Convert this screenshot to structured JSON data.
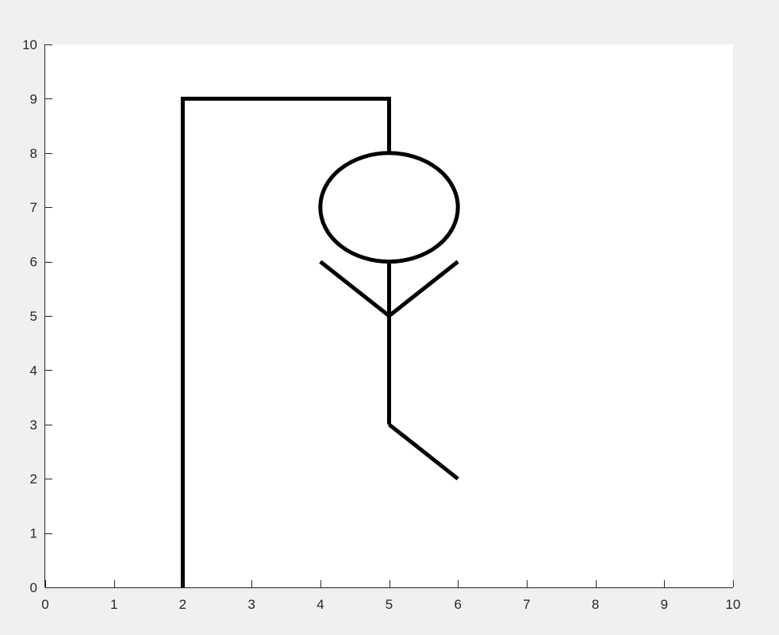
{
  "chart_data": {
    "type": "line",
    "title": "",
    "xlabel": "",
    "ylabel": "",
    "xlim": [
      0,
      10
    ],
    "ylim": [
      0,
      10
    ],
    "xticks": [
      0,
      1,
      2,
      3,
      4,
      5,
      6,
      7,
      8,
      9,
      10
    ],
    "yticks": [
      0,
      1,
      2,
      3,
      4,
      5,
      6,
      7,
      8,
      9,
      10
    ],
    "grid": false,
    "legend": "none",
    "colors": {
      "figure_background": "#f0f0f0",
      "axes_background": "#ffffff",
      "axis_line": "#262626",
      "line": "#000000"
    },
    "series": [
      {
        "kind": "polyline",
        "points": [
          [
            2,
            0
          ],
          [
            2,
            9
          ],
          [
            5,
            9
          ],
          [
            5,
            8
          ]
        ]
      },
      {
        "kind": "ellipse",
        "center": [
          5,
          7
        ],
        "radii": [
          1,
          1
        ]
      },
      {
        "kind": "polyline",
        "points": [
          [
            5,
            6
          ],
          [
            5,
            3
          ]
        ]
      },
      {
        "kind": "polyline",
        "points": [
          [
            4,
            6
          ],
          [
            5,
            5
          ],
          [
            6,
            6
          ]
        ]
      },
      {
        "kind": "polyline",
        "points": [
          [
            5,
            3
          ],
          [
            6,
            2
          ]
        ]
      }
    ]
  }
}
